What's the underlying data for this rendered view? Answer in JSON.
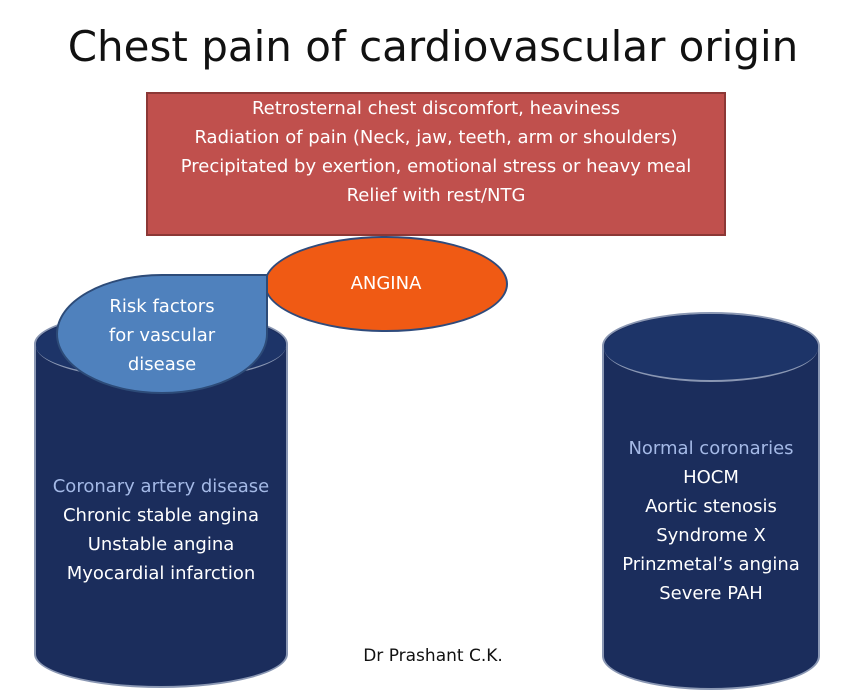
{
  "title": "Chest pain of cardiovascular origin",
  "features": [
    "Retrosternal chest discomfort, heaviness",
    "Radiation of pain (Neck, jaw, teeth, arm or shoulders)",
    "Precipitated by exertion, emotional stress or heavy meal",
    "Relief with rest/NTG"
  ],
  "center_label": "ANGINA",
  "risk_factors": [
    "Risk factors",
    "for vascular",
    "disease"
  ],
  "left_cylinder": {
    "heading": "Coronary artery disease",
    "items": [
      "Chronic stable angina",
      "Unstable angina",
      "Myocardial infarction"
    ]
  },
  "right_cylinder": {
    "heading": "Normal coronaries",
    "items": [
      "HOCM",
      "Aortic stenosis",
      "Syndrome X",
      "Prinzmetal’s angina",
      "Severe PAH"
    ]
  },
  "author": "Dr Prashant C.K.",
  "colors": {
    "features_box": "#c0504d",
    "angina_oval": "#f05a14",
    "cylinders": "#1b2d5c",
    "risk_bubble": "#4f81bd",
    "cylinder_heading": "#a4b9e6"
  }
}
